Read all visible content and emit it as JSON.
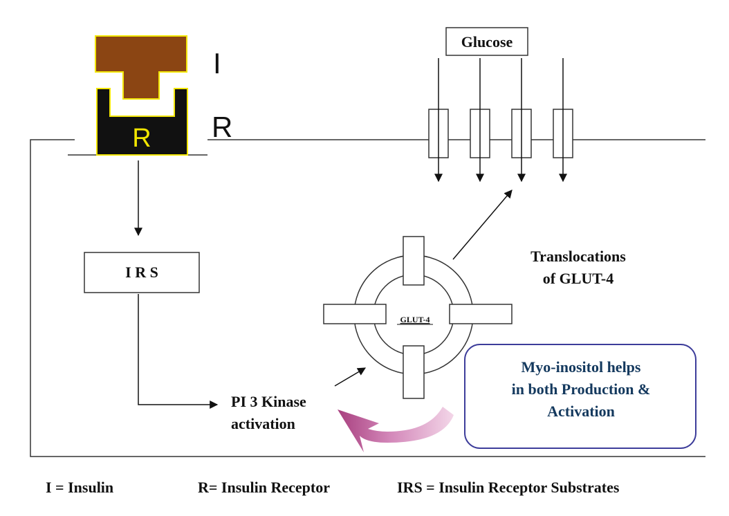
{
  "diagram": {
    "receptor_letter_i": "I",
    "receptor_letter_r": "R",
    "receptor_inner_label": "R",
    "glucose_label": "Glucose",
    "irs_box_label": "I R S",
    "glut4_label": "GLUT-4",
    "translocations_line1": "Translocations",
    "translocations_line2": "of GLUT-4",
    "pi3k_line1": "PI 3 Kinase",
    "pi3k_line2": "activation",
    "myo_line1": "Myo-inositol helps",
    "myo_line2": "in both Production &",
    "myo_line3": "Activation",
    "legend_insulin": "I = Insulin",
    "legend_receptor": "R= Insulin Receptor",
    "legend_irs": "IRS = Insulin Receptor Substrates"
  },
  "colors": {
    "insulin_brown": "#8B4513",
    "receptor_black": "#111111",
    "receptor_outline": "#F2E600",
    "myo_text": "#14395E",
    "myo_border": "#3C3C9A",
    "curved_arrow": "#B34A8E"
  }
}
